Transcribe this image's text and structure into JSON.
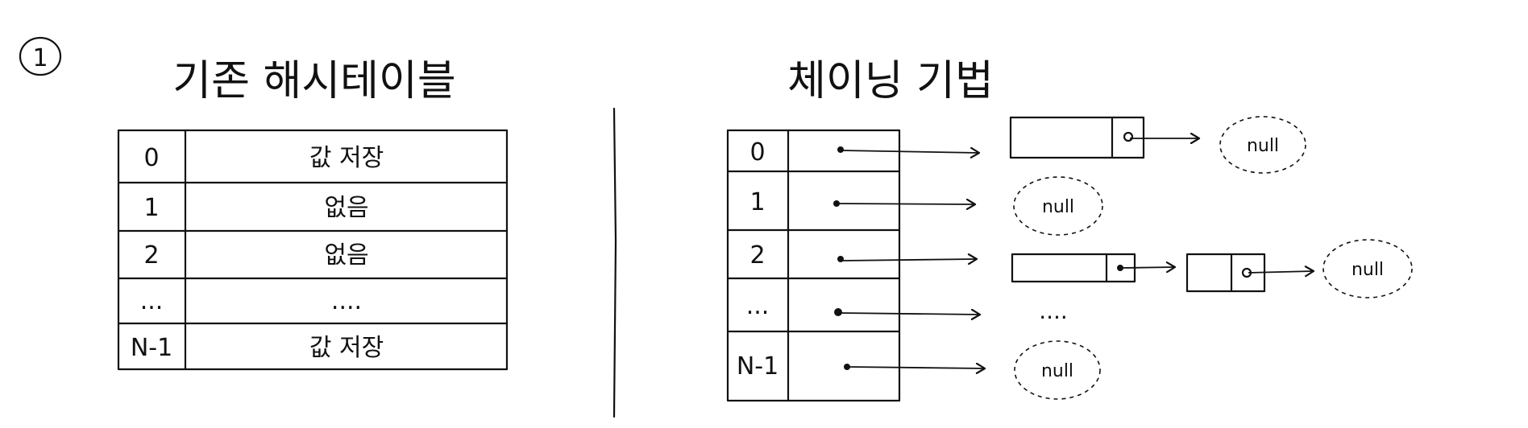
{
  "section_number": "1",
  "left": {
    "title": "기존 해시테이블",
    "rows": [
      {
        "index": "0",
        "value": "값 저장"
      },
      {
        "index": "1",
        "value": "없음"
      },
      {
        "index": "2",
        "value": "없음"
      },
      {
        "index": "...",
        "value": "...."
      },
      {
        "index": "N-1",
        "value": "값 저장"
      }
    ]
  },
  "right": {
    "title": "체이닝 기법",
    "rows": [
      {
        "index": "0"
      },
      {
        "index": "1"
      },
      {
        "index": "2"
      },
      {
        "index": "..."
      },
      {
        "index": "N-1"
      }
    ],
    "null_label": "null",
    "ellipsis": "...."
  }
}
